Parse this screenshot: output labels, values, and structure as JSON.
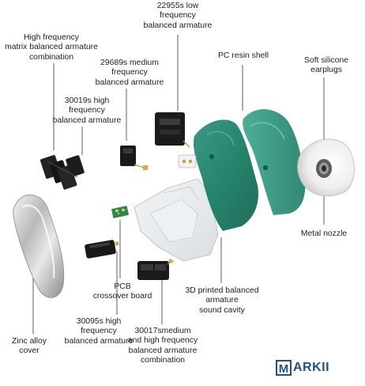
{
  "labels": {
    "low_freq": "22955s low\nfrequency\nbalanced armature",
    "pc_shell": "PC resin shell",
    "earplugs": "Soft silicone\nearplugs",
    "matrix": "High frequency\nmatrix balanced armature\ncombination",
    "medium_29689": "29689s medium\nfrequency\nbalanced armature",
    "high_30019": "30019s high\nfrequency\nbalanced armature",
    "nozzle": "Metal nozzle",
    "pcb": "PCB\ncrossover board",
    "cavity": "3D printed balanced\narmature\nsound cavity",
    "high_30095": "30095s high\nfrequency\nbalanced armature",
    "zinc": "Zinc alloy\ncover",
    "combo_30017": "30017smedium\nand high frequency\nbalanced armature\ncombination"
  },
  "logo": {
    "boxed": "M",
    "rest": "ARKII"
  }
}
